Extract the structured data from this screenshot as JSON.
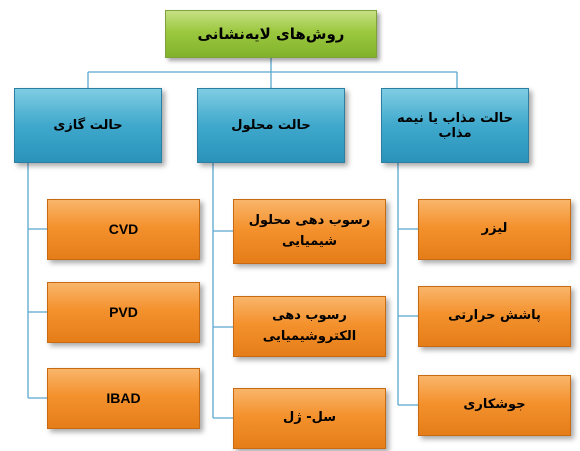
{
  "root": {
    "label": "روش‌های لایه‌نشانی"
  },
  "categories": [
    {
      "label": "حالت گازی",
      "items": [
        "CVD",
        "PVD",
        "IBAD"
      ]
    },
    {
      "label": "حالت محلول",
      "items": [
        "رسوب دهی محلول شیمیایی",
        "رسوب دهی الکتروشیمیایی",
        "سل- ژل"
      ]
    },
    {
      "label": "حالت مذاب یا نیمه مذاب",
      "items": [
        "لیزر",
        "پاشش حرارتی",
        "جوشکاری"
      ]
    }
  ],
  "colors": {
    "root_fill": "#9bc83f",
    "category_fill": "#3fa8cc",
    "leaf_fill": "#f4922e",
    "connector": "#5aa8cf"
  }
}
